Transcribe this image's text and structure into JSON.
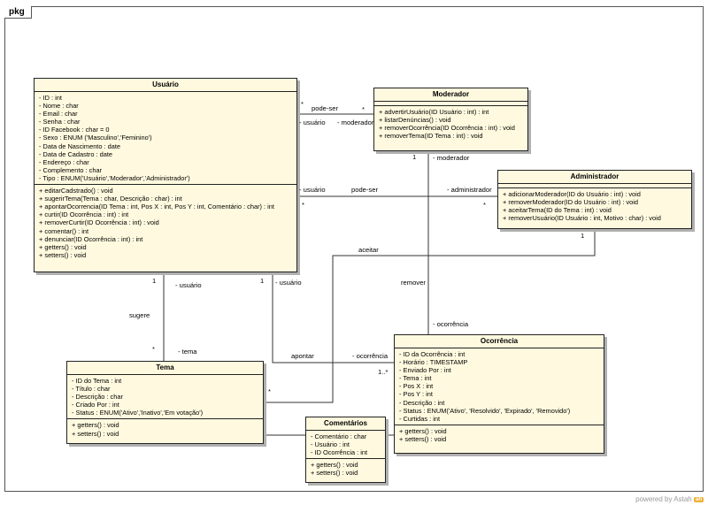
{
  "package": {
    "label": "pkg"
  },
  "classes": {
    "usuario": {
      "name": "Usuário",
      "attributes": [
        "- ID : int",
        "- Nome : char",
        "- Email : char",
        "- Senha : char",
        "- ID Facebook : char = 0",
        "- Sexo : ENUM ('Masculino','Feminino')",
        "- Data de Nascimento : date",
        "- Data de Cadastro : date",
        "- Endereço : char",
        "- Complemento : char",
        "- Tipo : ENUM('Usuário','Moderador','Administrador')"
      ],
      "operations": [
        "+ editarCadstrado() : void",
        "+ sugerirTema(Tema : char, Descrição : char) : int",
        "+ apontarOcorrencia(ID Tema : int, Pos X : int, Pos Y : int, Comentário : char) : int",
        "+ curtir(ID Ocorrência : int) : int",
        "+ removerCurtir(ID Ocorrência : int) : void",
        "+ comentar() : int",
        "+ denunciar(ID Ocorrência : int) : int",
        "+ getters() : void",
        "+ setters() : void"
      ]
    },
    "moderador": {
      "name": "Moderador",
      "attributes": [],
      "operations": [
        "+ advertirUsuário(ID Usuário : int) : int",
        "+ listarDenúncias() : void",
        "+ removerOcorrência(ID Ocorrência : int) : void",
        "+ removerTema(ID Tema : int) : void"
      ]
    },
    "administrador": {
      "name": "Administrador",
      "attributes": [],
      "operations": [
        "+ adicionarModerador(ID do Usuário : int) : void",
        "+ removerModerador(ID do Usuário : int) : void",
        "+ aceitarTema(ID do Tema : int) : void",
        "+ removerUsuário(ID Usuário : int, Motivo : char) : void"
      ]
    },
    "ocorrencia": {
      "name": "Ocorrência",
      "attributes": [
        "- ID da Ocorrência : int",
        "- Horário : TIMESTAMP",
        "- Enviado Por : int",
        "- Tema : int",
        "- Pos X : int",
        "- Pos Y : int",
        "- Descrição : int",
        "- Status : ENUM('Ativo', 'Resolvido', 'Expirado', 'Removido')",
        "- Curtidas : int"
      ],
      "operations": [
        "+ getters() : void",
        "+ setters() : void"
      ]
    },
    "tema": {
      "name": "Tema",
      "attributes": [
        "- ID do Tema : int",
        "- Título : char",
        "- Descrição : char",
        "- Criado Por : int",
        "- Status : ENUM('Ativo','Inativo','Em votação')"
      ],
      "operations": [
        "+ getters() : void",
        "+ setters() : void"
      ]
    },
    "comentarios": {
      "name": "Comentários",
      "attributes": [
        "- Comentário : char",
        "- Usuário : int",
        "- ID Ocorrência : int"
      ],
      "operations": [
        "+ getters() : void",
        "+ setters() : void"
      ]
    }
  },
  "labels": {
    "pode_ser_1": "pode-ser",
    "pode_ser_2": "pode-ser",
    "usuario_role_1": "- usuário",
    "usuario_role_2": "- usuário",
    "usuario_role_3": "- usuário",
    "usuario_role_4": "- usuário",
    "moderador_role_1": "- moderador",
    "moderador_role_2": "- moderador",
    "administrador_role": "- administrador",
    "aceitar": "aceitar",
    "remover": "remover",
    "sugere": "sugere",
    "tema_role": "- tema",
    "apontar": "apontar",
    "ocorrencia_role_1": "- ocorrência",
    "ocorrencia_role_2": "- ocorrência",
    "m_star_1": "*",
    "m_star_2": "*",
    "m_star_3": "*",
    "m_star_4": "*",
    "m_star_5": "*",
    "m_star_6": "*",
    "m_one_1": "1",
    "m_one_2": "1",
    "m_one_3": "1",
    "m_one_4": "1",
    "m_one_star": "1..*"
  },
  "watermark": {
    "text": "powered by Astah",
    "badge": "ah"
  }
}
